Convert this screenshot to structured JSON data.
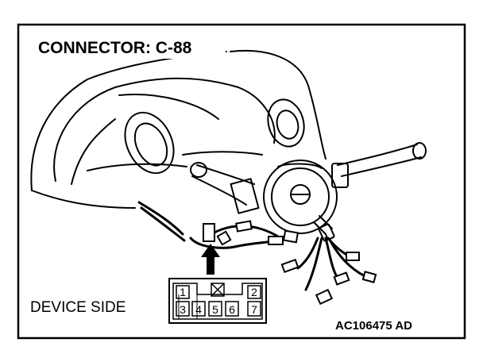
{
  "title": "CONNECTOR: C-88",
  "side_label": "DEVICE SIDE",
  "reference_code": "AC106475 AD",
  "connector": {
    "top_row": [
      "1",
      "2"
    ],
    "bottom_row": [
      "3",
      "4",
      "5",
      "6",
      "7"
    ]
  },
  "icons": {
    "blocked_slot": "crossed-box-icon",
    "pointer": "up-arrow-icon"
  }
}
